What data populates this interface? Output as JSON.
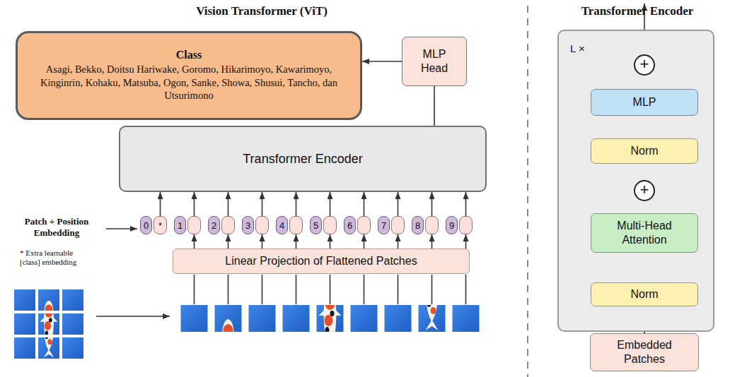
{
  "diagram": {
    "title": "Vision Transformer (ViT)",
    "nodes": [
      {
        "text": [
          "Class",
          "Asagi, Bekko, Doitsu Hariwake, Goromo, Hikarimoyo, Kawarimoyo, Kinginrin, Kohaku, Matsuba, Ogon, Sanke, Showa, Shusui, Tancho, dan Utsurimono"
        ]
      },
      {
        "text": [
          "MLP Head"
        ]
      },
      {
        "text": [
          "Transformer Encoder",
          "L ×"
        ]
      },
      {
        "text": [
          "+"
        ],
        "in": 2
      },
      {
        "text": [
          "MLP"
        ],
        "in": 2
      },
      {
        "text": [
          "Norm"
        ],
        "in": 2
      },
      {
        "text": [
          "+"
        ],
        "in": 2
      },
      {
        "text": [
          "Multi-Head Attention"
        ],
        "in": 2
      },
      {
        "text": [
          "Norm"
        ],
        "in": 2
      },
      {
        "text": [
          "Transformer Encoder"
        ]
      },
      {
        "text": [
          "0",
          "*"
        ]
      },
      {
        "text": [
          "1"
        ]
      },
      {
        "text": [
          "2"
        ]
      },
      {
        "text": [
          "3"
        ]
      },
      {
        "text": [
          "4"
        ]
      },
      {
        "text": [
          "5"
        ]
      },
      {
        "text": [
          "6"
        ]
      },
      {
        "text": [
          "7"
        ]
      },
      {
        "text": [
          "8"
        ]
      },
      {
        "text": [
          "9"
        ]
      },
      {
        "text": [
          "Linear Projection of Flattened Patches"
        ]
      },
      {
        "text": [
          "Embedded Patches"
        ]
      }
    ],
    "edges": [
      {
        "from": 1,
        "to": 0,
        "arrow": "to"
      },
      {
        "from": 9,
        "to": 1,
        "arrow": "none"
      },
      {
        "from": 10,
        "to": 9,
        "arrow": "to"
      },
      {
        "from": 11,
        "to": 9,
        "arrow": "to"
      },
      {
        "from": 12,
        "to": 9,
        "arrow": "to"
      },
      {
        "from": 13,
        "to": 9,
        "arrow": "to"
      },
      {
        "from": 14,
        "to": 9,
        "arrow": "to"
      },
      {
        "from": 15,
        "to": 9,
        "arrow": "to"
      },
      {
        "from": 16,
        "to": 9,
        "arrow": "to"
      },
      {
        "from": 17,
        "to": 9,
        "arrow": "to"
      },
      {
        "from": 18,
        "to": 9,
        "arrow": "to"
      },
      {
        "from": 19,
        "to": 9,
        "arrow": "to"
      },
      {
        "from": 20,
        "to": 11,
        "arrow": "to"
      },
      {
        "from": 20,
        "to": 12,
        "arrow": "to"
      },
      {
        "from": 20,
        "to": 13,
        "arrow": "to"
      },
      {
        "from": 20,
        "to": 14,
        "arrow": "to"
      },
      {
        "from": 20,
        "to": 15,
        "arrow": "to"
      },
      {
        "from": 20,
        "to": 16,
        "arrow": "to"
      },
      {
        "from": 20,
        "to": 17,
        "arrow": "to"
      },
      {
        "from": 20,
        "to": 18,
        "arrow": "to"
      },
      {
        "from": 20,
        "to": 19,
        "arrow": "to"
      },
      {
        "from": 21,
        "to": 8,
        "arrow": "to"
      },
      {
        "from": 21,
        "to": 6,
        "arrow": "to"
      },
      {
        "from": 8,
        "to": 7,
        "arrow": "to"
      },
      {
        "from": 7,
        "to": 6,
        "arrow": "to"
      },
      {
        "from": 6,
        "to": 5,
        "arrow": "to"
      },
      {
        "from": 6,
        "to": 3,
        "arrow": "to"
      },
      {
        "from": 5,
        "to": 4,
        "arrow": "to"
      },
      {
        "from": 4,
        "to": 3,
        "arrow": "to"
      }
    ],
    "labels": [
      "Patch + Position Embedding",
      "* Extra learnable [class] embedding"
    ]
  }
}
